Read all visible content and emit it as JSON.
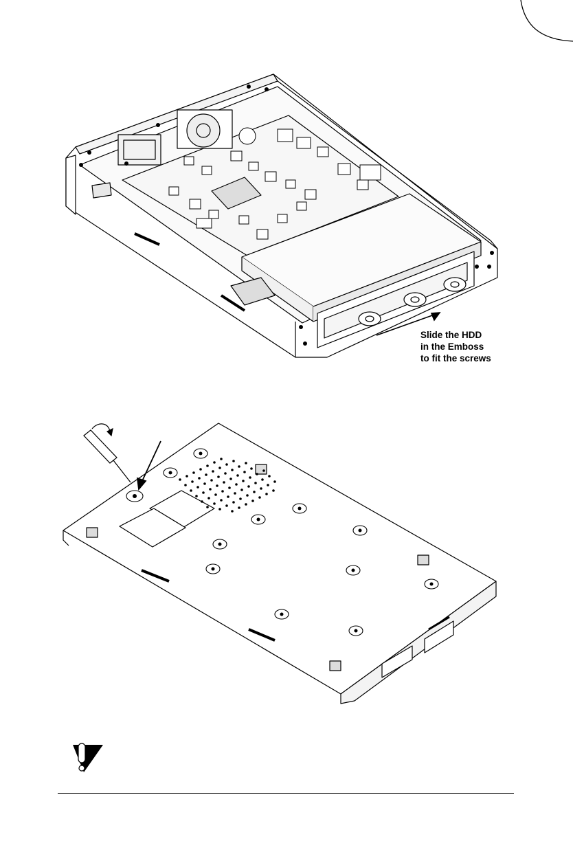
{
  "figure_top": {
    "callout": {
      "line1": "Slide the HDD",
      "line2": "in the Emboss",
      "line3": "to fit the screws"
    }
  },
  "icons": {
    "top_curve": "page-curl-line",
    "warning": "caution-icon",
    "screwdriver": "screwdriver-icon",
    "pointer": "arrow-icon"
  }
}
